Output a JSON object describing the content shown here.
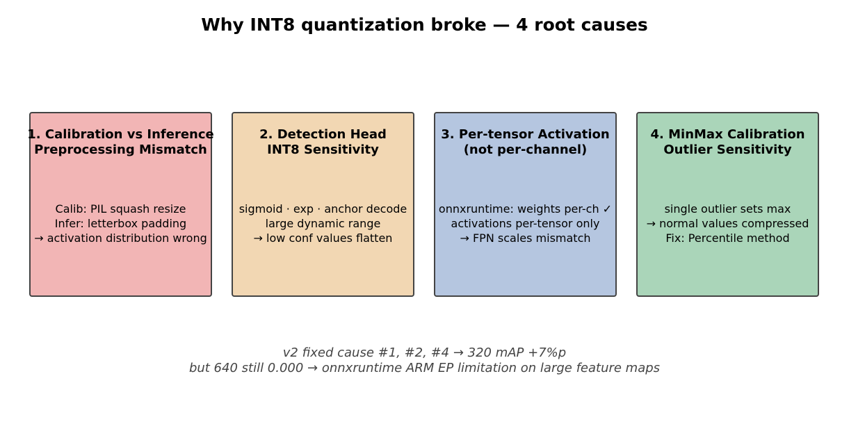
{
  "title": "Why INT8 quantization broke — 4 root causes",
  "causes": [
    {
      "heading": "1. Calibration vs Inference\nPreprocessing Mismatch",
      "body": "Calib: PIL squash resize\nInfer: letterbox padding\n→ activation distribution wrong",
      "color": "#f2b5b5"
    },
    {
      "heading": "2. Detection Head\nINT8 Sensitivity",
      "body": "sigmoid · exp · anchor decode\nlarge dynamic range\n→ low conf values flatten",
      "color": "#f2d7b3"
    },
    {
      "heading": "3. Per-tensor Activation\n(not per-channel)",
      "body": "onnxruntime: weights per-ch ✓\nactivations per-tensor only\n→ FPN scales mismatch",
      "color": "#b5c6e0"
    },
    {
      "heading": "4. MinMax Calibration\nOutlier Sensitivity",
      "body": "single outlier sets max\n→ normal values compressed\nFix: Percentile method",
      "color": "#aad5b9"
    }
  ],
  "footnote": {
    "line1": "v2 fixed cause #1, #2, #4 → 320 mAP +7%p",
    "line2": "but 640 still 0.000 → onnxruntime ARM EP limitation on large feature maps"
  }
}
